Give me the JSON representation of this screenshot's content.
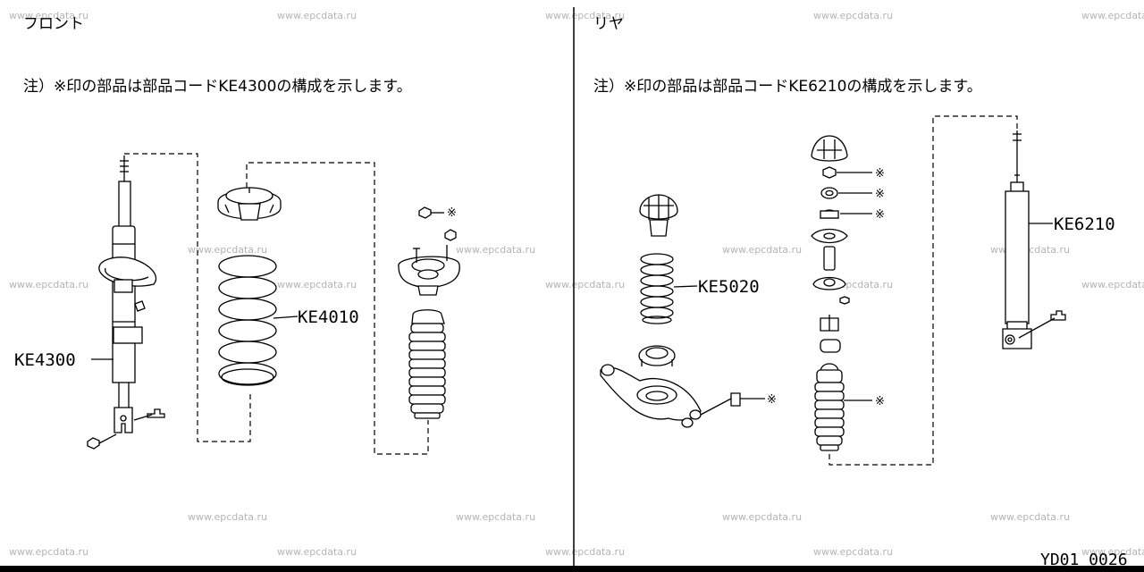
{
  "watermark": "www.epcdata.ru",
  "front": {
    "title": "フロント",
    "note": "注）※印の部品は部品コードKE4300の構成を示します。",
    "labels": {
      "strut": "KE4300",
      "spring": "KE4010"
    },
    "star_mark": "※"
  },
  "rear": {
    "title": "リヤ",
    "note": "注）※印の部品は部品コードKE6210の構成を示します。",
    "labels": {
      "spring": "KE5020",
      "shock": "KE6210"
    },
    "star_mark": "※"
  },
  "figure_ref": "YD01 0026"
}
